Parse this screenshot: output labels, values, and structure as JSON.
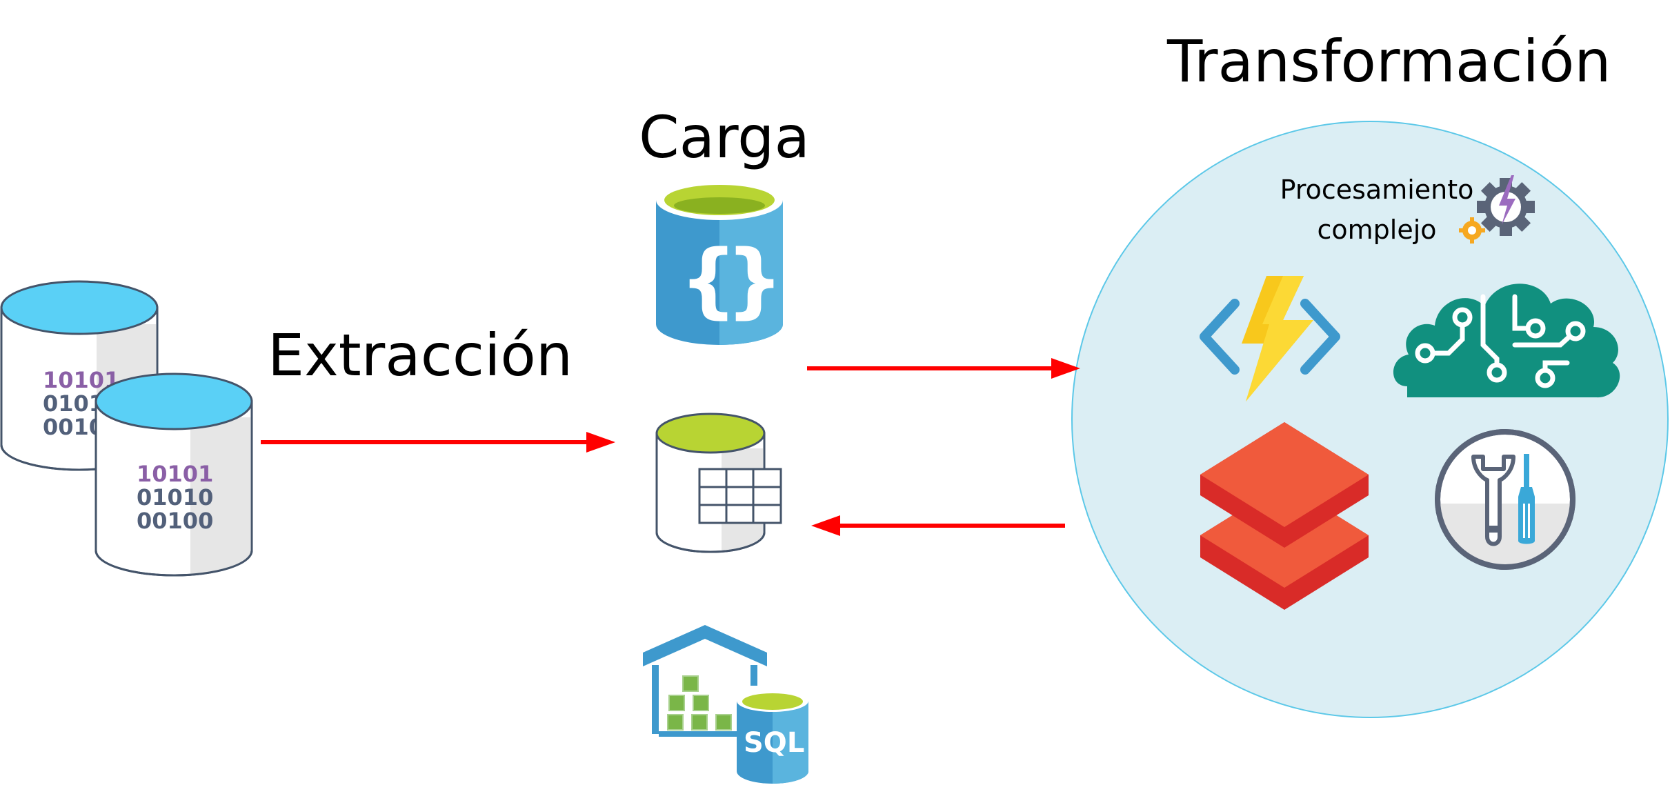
{
  "stages": {
    "extract": {
      "label": "Extracción"
    },
    "load": {
      "label": "Carga"
    },
    "transform": {
      "label": "Transformación",
      "processing_line1": "Procesamiento",
      "processing_line2": "complejo"
    }
  },
  "sources": {
    "db_back": {
      "rows": [
        "10101",
        "0101",
        "0010"
      ]
    },
    "db_front": {
      "rows": [
        "10101",
        "01010",
        "00100"
      ]
    }
  },
  "load_targets": {
    "sql_warehouse": {
      "badge": "SQL"
    }
  },
  "icons": {
    "sources": "source-database-icon",
    "cosmos": "cosmos-db-icon",
    "sql_table": "sql-table-icon",
    "warehouse": "sql-data-warehouse-icon",
    "processing": "gear-lightning-icon",
    "functions": "azure-functions-icon",
    "ml": "machine-learning-brain-icon",
    "databricks": "databricks-icon",
    "tools": "tools-icon"
  },
  "colors": {
    "arrow": "#ff0000",
    "transform_circle_fill": "#dbeef4",
    "transform_circle_stroke": "#5cc8e8",
    "db_top": "#5ad0f6",
    "cosmos_blue": "#3e99cd",
    "lime": "#b8d433",
    "databricks_red": "#e8372f",
    "ml_teal": "#11907f",
    "functions_yellow": "#f8c81c"
  }
}
